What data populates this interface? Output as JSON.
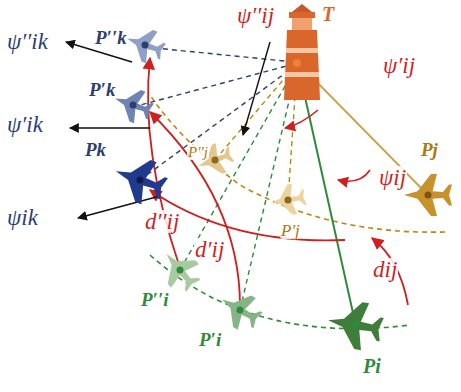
{
  "diagram": {
    "labels": [
      "ψ′′ik",
      "P′′k",
      "ψ′′ij",
      "T",
      "ψ′ij",
      "P′k",
      "ψ′ik",
      "P′′j",
      "Pk",
      "ψij",
      "Pj",
      "ψik",
      "P′j",
      "d′′ij",
      "d′ij",
      "dij",
      "P′′i",
      "P′i",
      "Pi"
    ]
  }
}
